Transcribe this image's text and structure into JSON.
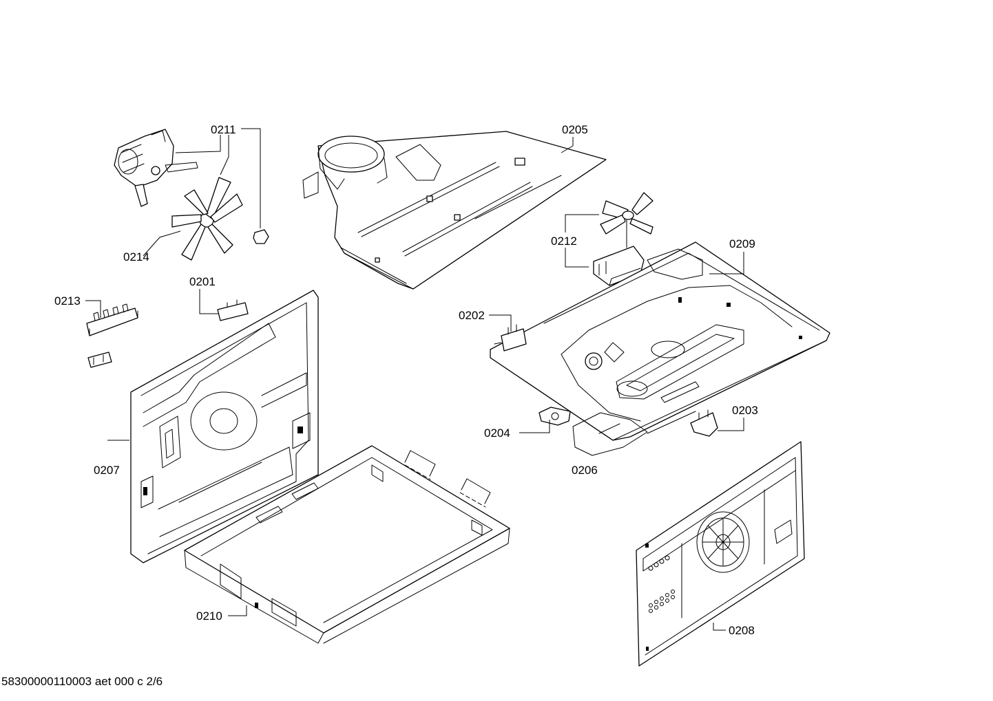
{
  "callouts": [
    {
      "id": "0201",
      "label": "0201"
    },
    {
      "id": "0202",
      "label": "0202"
    },
    {
      "id": "0203",
      "label": "0203"
    },
    {
      "id": "0204",
      "label": "0204"
    },
    {
      "id": "0205",
      "label": "0205"
    },
    {
      "id": "0206",
      "label": "0206"
    },
    {
      "id": "0207",
      "label": "0207"
    },
    {
      "id": "0208",
      "label": "0208"
    },
    {
      "id": "0209",
      "label": "0209"
    },
    {
      "id": "0210",
      "label": "0210"
    },
    {
      "id": "0211",
      "label": "0211"
    },
    {
      "id": "0212",
      "label": "0212"
    },
    {
      "id": "0213",
      "label": "0213"
    },
    {
      "id": "0214",
      "label": "0214"
    }
  ],
  "footer": {
    "text": "58300000110003 aet 000 c 2/6"
  }
}
